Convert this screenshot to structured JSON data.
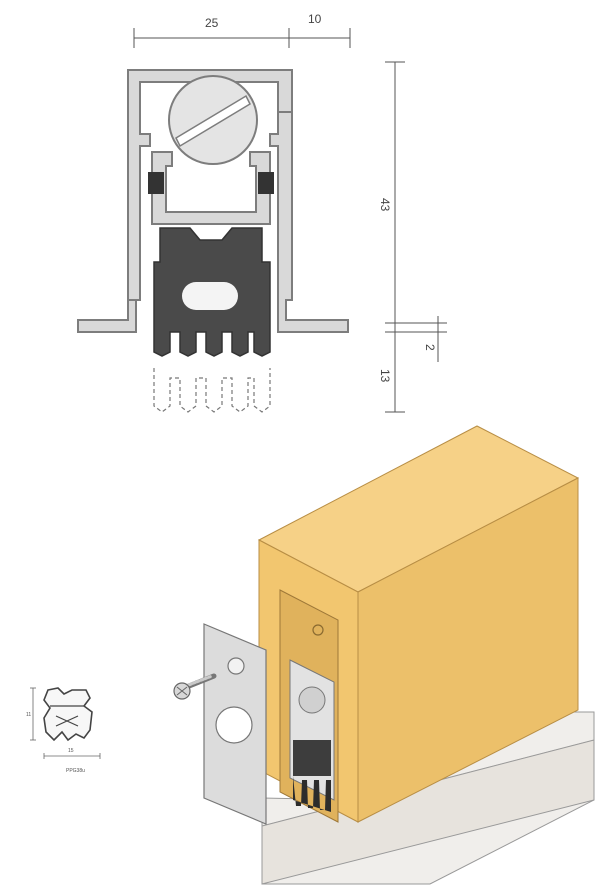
{
  "dimensions": {
    "width_main": "25",
    "width_side": "10",
    "height_total": "43",
    "drop": "13",
    "gap": "2"
  },
  "inset": {
    "height_label": "11",
    "width_label": "15",
    "caption": "PPG38u"
  },
  "colors": {
    "aluminium": "#d9d9d9",
    "aluminium_edge": "#7d7d7d",
    "rubber": "#4a4a4a",
    "door": "#f2c66f",
    "door_side": "#ecc06a",
    "door_top": "#f6d187",
    "floor": "#f0eeeb",
    "dim_line": "#555555"
  }
}
